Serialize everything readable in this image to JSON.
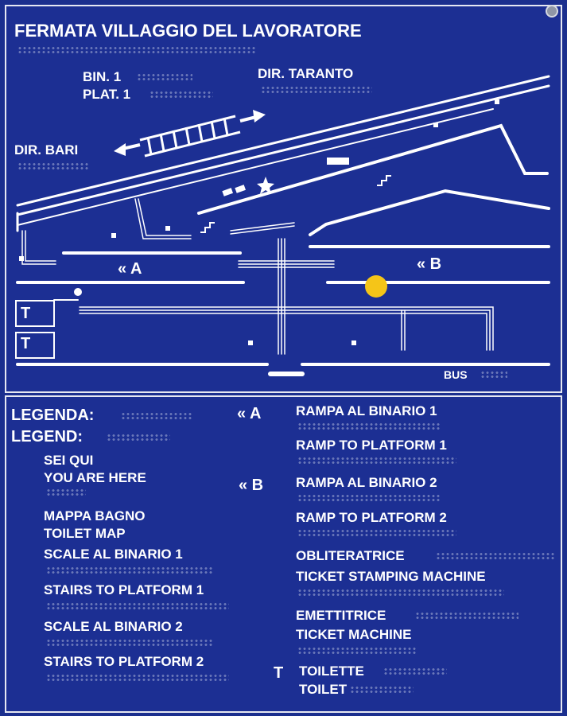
{
  "map": {
    "title": "FERMATA VILLAGGIO DEL LAVORATORE",
    "bin": "BIN. 1",
    "plat": "PLAT. 1",
    "dir_taranto": "DIR. TARANTO",
    "dir_bari": "DIR. BARI",
    "ramp_a": "« A",
    "ramp_b": "« B",
    "toilet": "T",
    "bus": "BUS"
  },
  "legend": {
    "heading_it": "LEGENDA:",
    "heading_en": "LEGEND:",
    "you_are_here_it": "SEI QUI",
    "you_are_here_en": "YOU ARE HERE",
    "toilet_map_it": "MAPPA BAGNO",
    "toilet_map_en": "TOILET MAP",
    "stairs1_it": "SCALE AL BINARIO 1",
    "stairs1_en": "STAIRS TO PLATFORM 1",
    "stairs2_it": "SCALE AL BINARIO 2",
    "stairs2_en": "STAIRS TO PLATFORM 2",
    "ramp_a_symbol": "« A",
    "ramp1_it": "RAMPA AL BINARIO 1",
    "ramp1_en": "RAMP TO PLATFORM 1",
    "ramp_b_symbol": "« B",
    "ramp2_it": "RAMPA AL BINARIO 2",
    "ramp2_en": "RAMP TO PLATFORM 2",
    "stamping_it": "OBLITERATRICE",
    "stamping_en": "TICKET STAMPING MACHINE",
    "ticket_it": "EMETTITRICE",
    "ticket_en": "TICKET MACHINE",
    "toilet_symbol": "T",
    "toilet_it": "TOILETTE",
    "toilet_en": "TOILET"
  },
  "colors": {
    "background": "#1c2f93",
    "lines": "#ffffff",
    "you_are_here": "#f5c518"
  },
  "icons": [
    "stairs-icon",
    "star-icon",
    "ticket-stamp-icon",
    "toilet-icon",
    "you-are-here-dot",
    "railway-track-icon"
  ]
}
